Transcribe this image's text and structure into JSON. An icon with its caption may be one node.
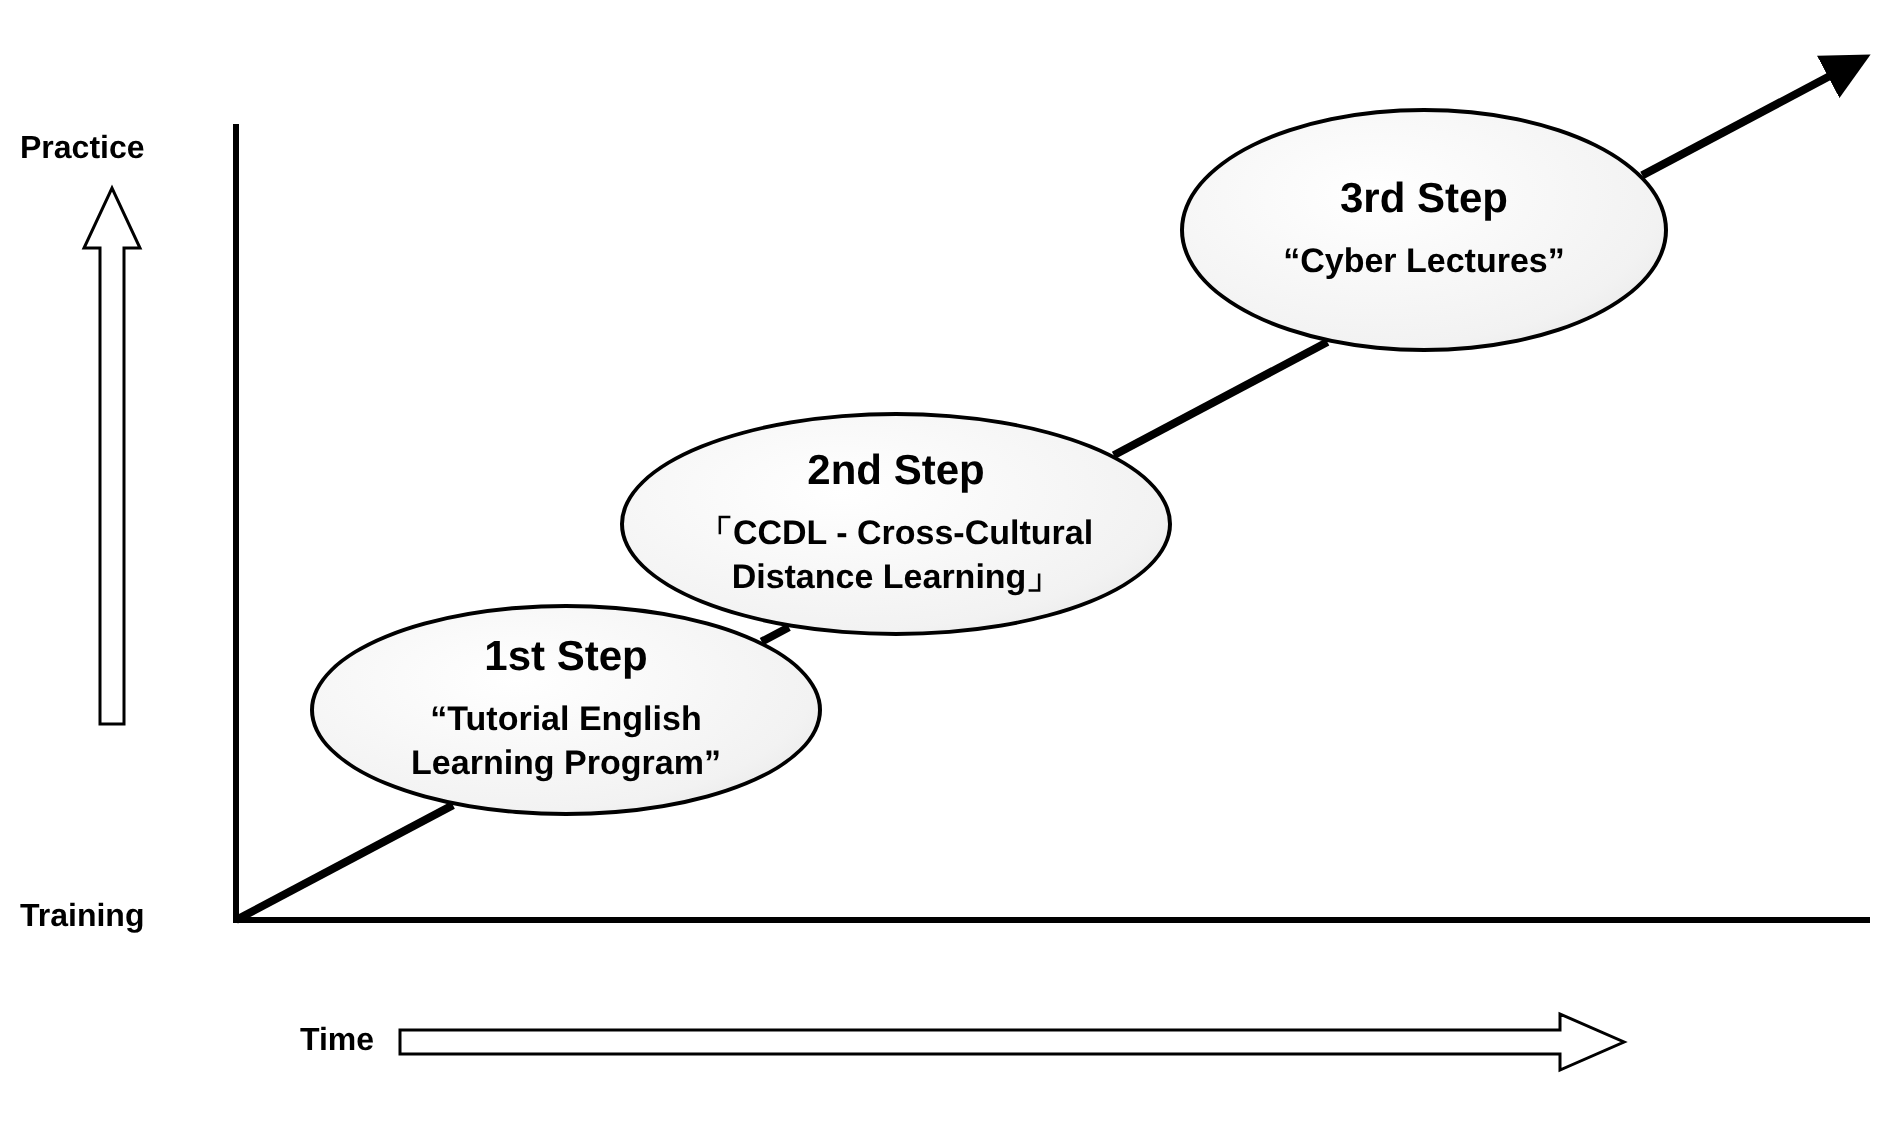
{
  "diagram": {
    "nodes": [
      {
        "text": [
          "1st Step",
          "“Tutorial English Learning Program”"
        ]
      },
      {
        "text": [
          "2nd Step",
          "「CCDL - Cross-Cultural Distance Learning」"
        ]
      },
      {
        "text": [
          "3rd Step",
          "“Cyber Lectures”"
        ]
      }
    ],
    "edges": [
      {
        "from": null,
        "to": 0,
        "arrow": "none"
      },
      {
        "from": 0,
        "to": 1,
        "arrow": "none"
      },
      {
        "from": 1,
        "to": 2,
        "arrow": "none"
      },
      {
        "from": 2,
        "to": null,
        "arrow": "to"
      }
    ],
    "labels": [
      "Practice",
      "Training",
      "Time"
    ]
  }
}
